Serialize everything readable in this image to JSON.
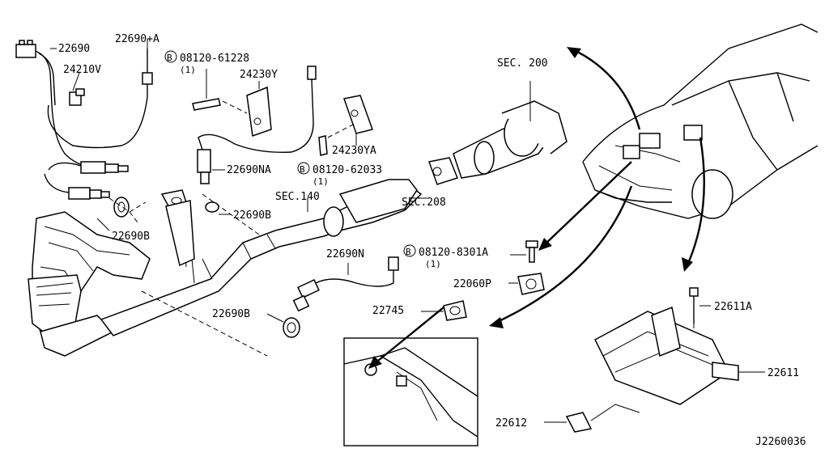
{
  "diagram_id": "J2260036",
  "callouts": {
    "p22690": "22690",
    "p22690A": "22690+A",
    "p24210V": "24210V",
    "b08120_61228": "08120-61228",
    "qty1_a": "(1)",
    "p24230Y": "24230Y",
    "sec200": "SEC. 200",
    "p22690NA": "22690NA",
    "b08120_62033": "08120-62033",
    "qty1_b": "(1)",
    "p24230YA": "24230YA",
    "sec140": "SEC.140",
    "p22690B_top": "22690B",
    "sec208": "SEC.208",
    "p22690B_left": "22690B",
    "p22690N": "22690N",
    "b08120_8301A": "08120-8301A",
    "qty1_c": "(1)",
    "p22060P": "22060P",
    "p22745": "22745",
    "p22690B_low": "22690B",
    "p22611A": "22611A",
    "p22611": "22611",
    "p22612": "22612"
  },
  "bolt_symbol": "B"
}
